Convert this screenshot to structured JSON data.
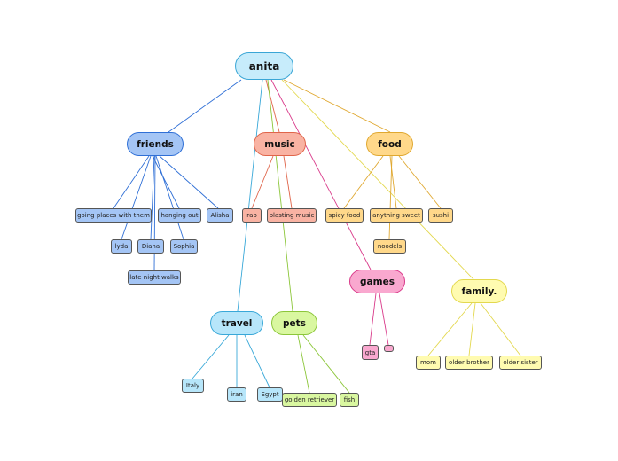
{
  "central": {
    "label": "anita"
  },
  "topics": {
    "friends": {
      "label": "friends",
      "fill": "#a4c5f5",
      "stroke": "#2f6fd6"
    },
    "music": {
      "label": "music",
      "fill": "#f9b3a3",
      "stroke": "#e0654a"
    },
    "food": {
      "label": "food",
      "fill": "#ffd88a",
      "stroke": "#e0a830"
    },
    "games": {
      "label": "games",
      "fill": "#f9a8cf",
      "stroke": "#d93a8a"
    },
    "family": {
      "label": "family.",
      "fill": "#fffbb0",
      "stroke": "#e3d84e"
    },
    "travel": {
      "label": "travel",
      "fill": "#b7e6fa",
      "stroke": "#39a8d8"
    },
    "pets": {
      "label": "pets",
      "fill": "#d9f7a0",
      "stroke": "#8cc63a"
    }
  },
  "subtopics": {
    "friends": [
      "going places with them",
      "hanging out",
      "Alisha",
      "lyda",
      "Diana",
      "Sophia",
      "late night walks"
    ],
    "music": [
      "rap",
      "blasting music"
    ],
    "food": [
      "spicy food",
      "anything sweet",
      "sushi",
      "noodels"
    ],
    "games": [
      "gta",
      ""
    ],
    "family": [
      "mom",
      "older brother",
      "older sister"
    ],
    "travel": [
      "Italy",
      "iran",
      "Egypt"
    ],
    "pets": [
      "golden retriever",
      "fish"
    ]
  }
}
